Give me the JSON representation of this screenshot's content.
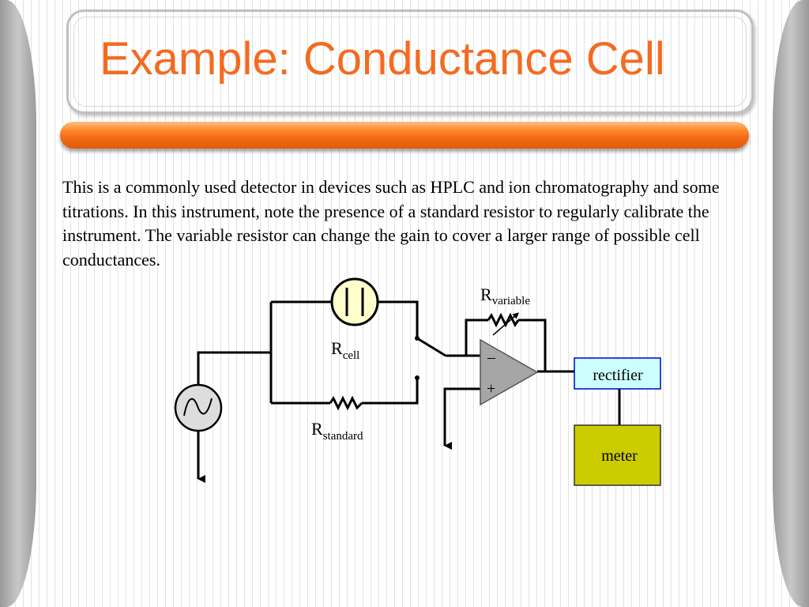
{
  "slide": {
    "title": "Example: Conductance Cell",
    "body": "This is a commonly used detector in devices such as HPLC and ion chromatography and some titrations.  In this instrument, note the presence of a standard resistor to regularly calibrate the instrument.  The variable resistor can change the gain to cover a larger range of possible cell conductances."
  },
  "circuit": {
    "r_cell": {
      "main": "R",
      "sub": "cell"
    },
    "r_standard": {
      "main": "R",
      "sub": "standard"
    },
    "r_variable": {
      "main": "R",
      "sub": "variable"
    },
    "opamp_minus": "–",
    "opamp_plus": "+",
    "rectifier": "rectifier",
    "meter": "meter"
  },
  "colors": {
    "title": "#f36b21",
    "orange_bar": "#f26b15",
    "cell_fill": "#ffffcc",
    "source_fill": "#dddddd",
    "opamp_fill": "#a6a6a6",
    "rectifier_fill": "#ccffff",
    "meter_fill": "#cccc00"
  }
}
